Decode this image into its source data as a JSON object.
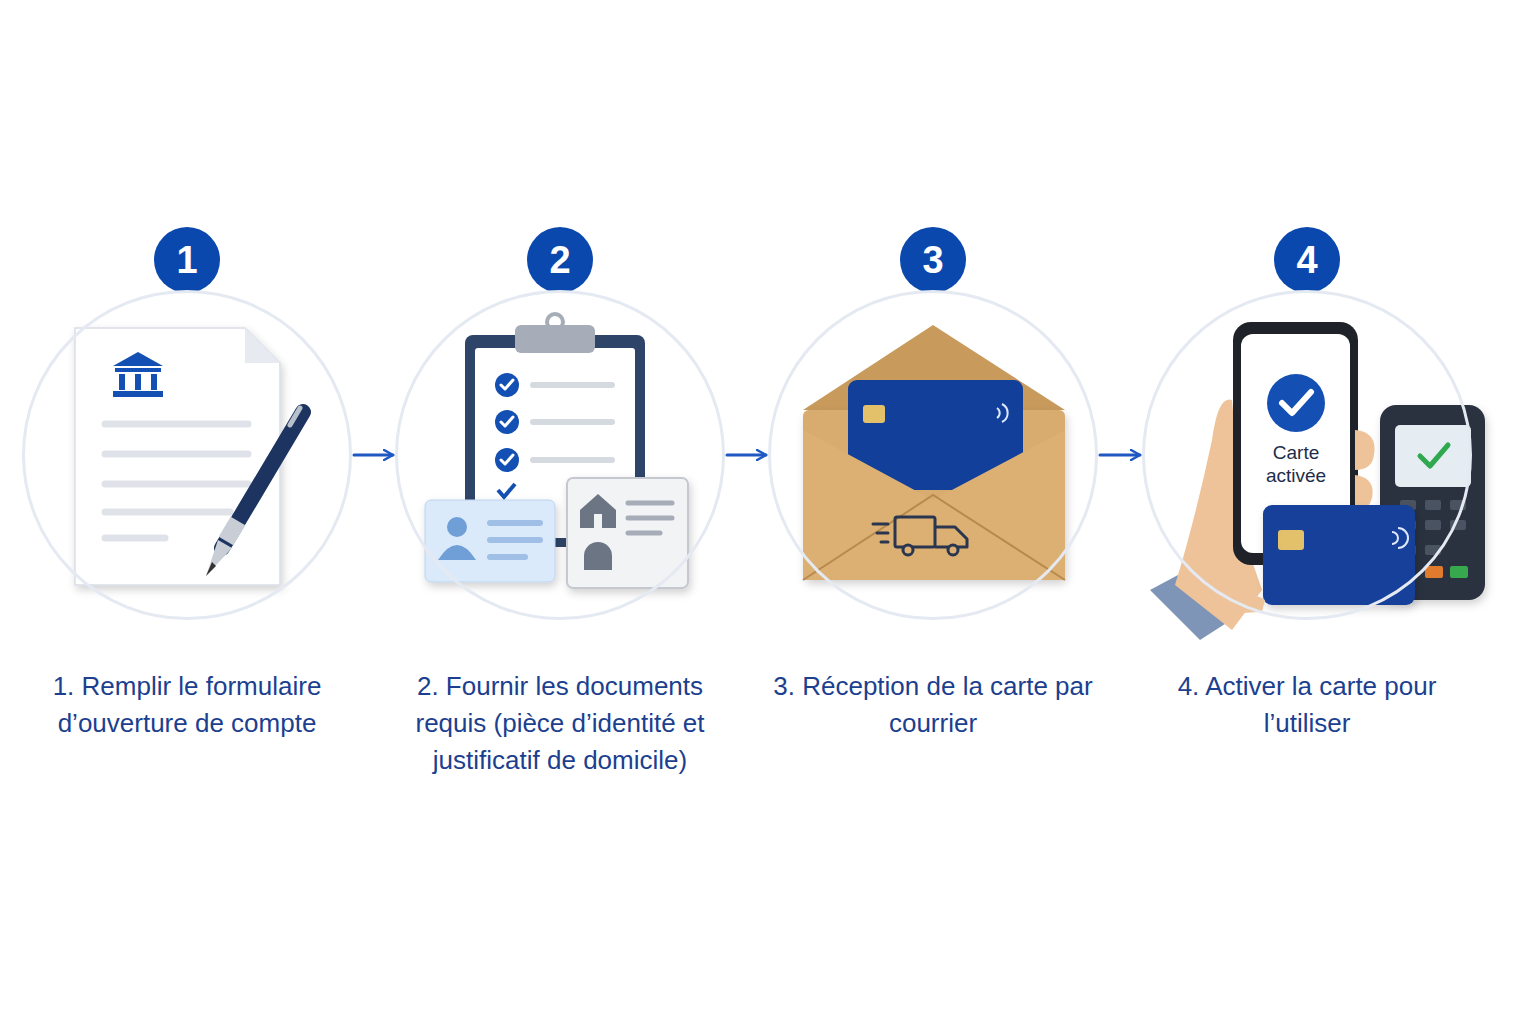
{
  "diagram": {
    "nodes": [
      {
        "text": [
          "1"
        ]
      },
      {
        "text": [
          "1. Remplir le formulaire d’ouverture de compte"
        ]
      },
      {
        "text": [
          "2"
        ]
      },
      {
        "text": [
          "2. Fournir les documents requis (pièce d’identité et justificatif de domicile)"
        ]
      },
      {
        "text": [
          "3"
        ]
      },
      {
        "text": [
          "3. Réception de la carte par courrier"
        ]
      },
      {
        "text": [
          "4"
        ]
      },
      {
        "text": [
          "4. Activer la carte pour l’utiliser"
        ]
      }
    ],
    "edges": [
      {
        "from": 1,
        "to": 3,
        "arrow": "to"
      },
      {
        "from": 3,
        "to": 5,
        "arrow": "to"
      },
      {
        "from": 5,
        "to": 7,
        "arrow": "to"
      }
    ],
    "labels": [
      "Carte activée"
    ]
  }
}
